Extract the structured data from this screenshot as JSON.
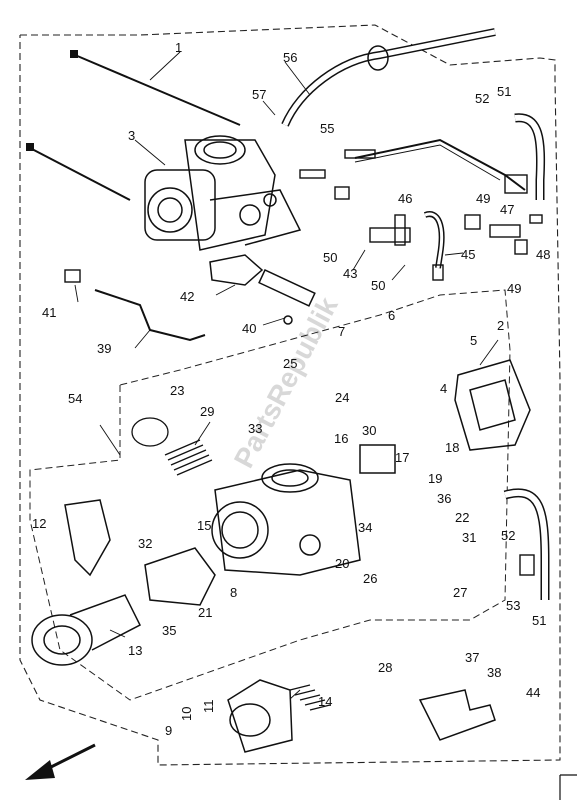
{
  "diagram": {
    "watermark": "PartsRepublik",
    "callouts": [
      {
        "id": "c1",
        "text": "1"
      },
      {
        "id": "c2",
        "text": "2"
      },
      {
        "id": "c3",
        "text": "3"
      },
      {
        "id": "c4",
        "text": "4"
      },
      {
        "id": "c5",
        "text": "5"
      },
      {
        "id": "c6",
        "text": "6"
      },
      {
        "id": "c7",
        "text": "7"
      },
      {
        "id": "c8",
        "text": "8"
      },
      {
        "id": "c9",
        "text": "9"
      },
      {
        "id": "c10",
        "text": "10"
      },
      {
        "id": "c11",
        "text": "11"
      },
      {
        "id": "c12",
        "text": "12"
      },
      {
        "id": "c13",
        "text": "13"
      },
      {
        "id": "c14",
        "text": "14"
      },
      {
        "id": "c15",
        "text": "15"
      },
      {
        "id": "c16",
        "text": "16"
      },
      {
        "id": "c17",
        "text": "17"
      },
      {
        "id": "c18",
        "text": "18"
      },
      {
        "id": "c19",
        "text": "19"
      },
      {
        "id": "c20",
        "text": "20"
      },
      {
        "id": "c21",
        "text": "21"
      },
      {
        "id": "c22",
        "text": "22"
      },
      {
        "id": "c23",
        "text": "23"
      },
      {
        "id": "c24",
        "text": "24"
      },
      {
        "id": "c25",
        "text": "25"
      },
      {
        "id": "c26",
        "text": "26"
      },
      {
        "id": "c27",
        "text": "27"
      },
      {
        "id": "c28",
        "text": "28"
      },
      {
        "id": "c29",
        "text": "29"
      },
      {
        "id": "c30",
        "text": "30"
      },
      {
        "id": "c31",
        "text": "31"
      },
      {
        "id": "c32",
        "text": "32"
      },
      {
        "id": "c33",
        "text": "33"
      },
      {
        "id": "c34",
        "text": "34"
      },
      {
        "id": "c35",
        "text": "35"
      },
      {
        "id": "c36",
        "text": "36"
      },
      {
        "id": "c37",
        "text": "37"
      },
      {
        "id": "c38",
        "text": "38"
      },
      {
        "id": "c39",
        "text": "39"
      },
      {
        "id": "c40",
        "text": "40"
      },
      {
        "id": "c41",
        "text": "41"
      },
      {
        "id": "c42",
        "text": "42"
      },
      {
        "id": "c43",
        "text": "43"
      },
      {
        "id": "c44",
        "text": "44"
      },
      {
        "id": "c45",
        "text": "45"
      },
      {
        "id": "c46",
        "text": "46"
      },
      {
        "id": "c47",
        "text": "47"
      },
      {
        "id": "c48",
        "text": "48"
      },
      {
        "id": "c49a",
        "text": "49"
      },
      {
        "id": "c49b",
        "text": "49"
      },
      {
        "id": "c50a",
        "text": "50"
      },
      {
        "id": "c50b",
        "text": "50"
      },
      {
        "id": "c51a",
        "text": "51"
      },
      {
        "id": "c51b",
        "text": "51"
      },
      {
        "id": "c52a",
        "text": "52"
      },
      {
        "id": "c52b",
        "text": "52"
      },
      {
        "id": "c53",
        "text": "53"
      },
      {
        "id": "c54",
        "text": "54"
      },
      {
        "id": "c55",
        "text": "55"
      },
      {
        "id": "c56",
        "text": "56"
      },
      {
        "id": "c57",
        "text": "57"
      }
    ]
  }
}
